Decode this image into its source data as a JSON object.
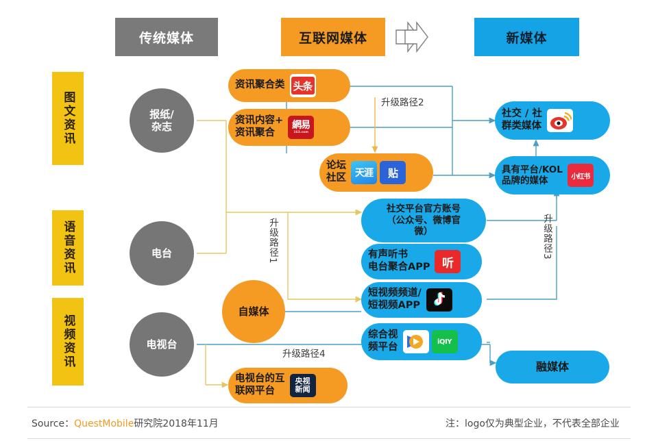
{
  "header": {
    "stage_traditional": "传统媒体",
    "stage_internet": "互联网媒体",
    "stage_new": "新媒体",
    "arrow1": "right-arrow-outline-icon",
    "arrow2": "right-arrow-outline-icon"
  },
  "categories": [
    {
      "label": "图文资讯"
    },
    {
      "label": "语音资讯"
    },
    {
      "label": "视频资讯"
    }
  ],
  "traditional_nodes": [
    {
      "label": "报纸/\n杂志"
    },
    {
      "label": "电台"
    },
    {
      "label": "电视台"
    }
  ],
  "internet_nodes": [
    {
      "label": "资讯聚合类",
      "logos": [
        "头条"
      ]
    },
    {
      "label": "资讯内容+\n资讯聚合",
      "logos": [
        "網易"
      ]
    },
    {
      "label": "论坛\n社区",
      "logos": [
        "天涯",
        "贴吧"
      ]
    },
    {
      "label": "自媒体",
      "logos": []
    },
    {
      "label": "电视台的互\n联网平台",
      "logos": [
        "央视新闻"
      ]
    }
  ],
  "new_media_nodes": [
    {
      "label": "社交 / 社\n群类媒体",
      "logos": [
        "微博"
      ]
    },
    {
      "label": "具有平台/KOL\n品牌的媒体",
      "logos": [
        "小红书"
      ]
    },
    {
      "label": "社交平台官方账号\n（公众号、微博官\n微）",
      "logos": []
    },
    {
      "label": "有声听书\n电台聚合APP",
      "logos": [
        "听"
      ]
    },
    {
      "label": "短视频频道/\n短视频APP",
      "logos": [
        "抖音"
      ]
    },
    {
      "label": "综合视\n频平台",
      "logos": [
        "腾讯视频",
        "爱奇艺"
      ]
    },
    {
      "label": "融媒体",
      "logos": []
    }
  ],
  "path_labels": {
    "path1": "升级路径1",
    "path2": "升级路径2",
    "path3": "升级路径3",
    "path4": "升级路径4"
  },
  "footer": {
    "source_prefix": "Source：",
    "source_brand": "QuestMobile",
    "source_rest": "研究院2018年11月",
    "note": "注：logo仅为典型企业，不代表全部企业"
  },
  "colors": {
    "orange": "#f59a23",
    "blue": "#19a8e8",
    "gray": "#767676",
    "yellow": "#f2c313",
    "wire_blue": "#4a9fc4",
    "wire_yellow": "#e8d27a"
  }
}
